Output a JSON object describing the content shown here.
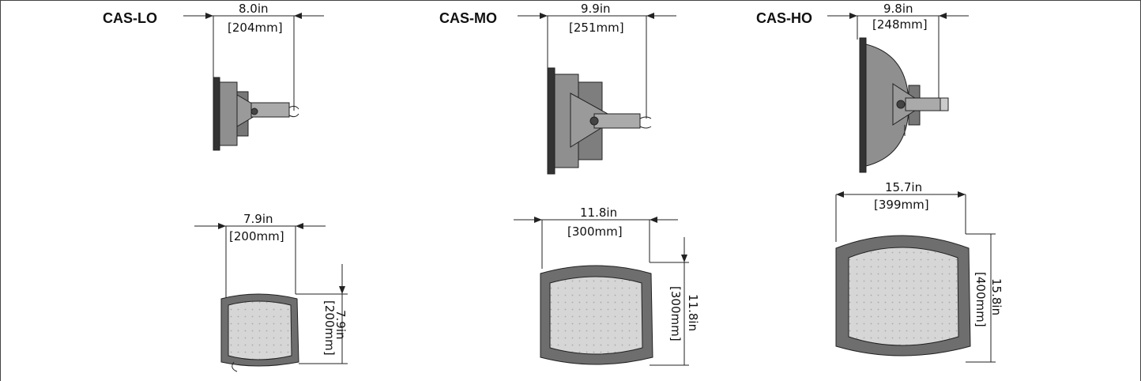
{
  "models": [
    {
      "name": "CAS-LO",
      "side_width": {
        "in": "8.0in",
        "mm": "[204mm]"
      },
      "front_width": {
        "in": "7.9in",
        "mm": "[200mm]"
      },
      "front_height": {
        "in": "7.9in",
        "mm": "[200mm]"
      }
    },
    {
      "name": "CAS-MO",
      "side_width": {
        "in": "9.9in",
        "mm": "[251mm]"
      },
      "front_width": {
        "in": "11.8in",
        "mm": "[300mm]"
      },
      "front_height": {
        "in": "11.8in",
        "mm": "[300mm]"
      }
    },
    {
      "name": "CAS-HO",
      "side_width": {
        "in": "9.8in",
        "mm": "[248mm]"
      },
      "front_width": {
        "in": "15.7in",
        "mm": "[399mm]"
      },
      "front_height": {
        "in": "15.8in",
        "mm": "[400mm]"
      }
    }
  ],
  "colors": {
    "line": "#222222",
    "body": "#8a8a8a",
    "lens": "#d4d4d4",
    "rim": "#6e6e6e"
  }
}
